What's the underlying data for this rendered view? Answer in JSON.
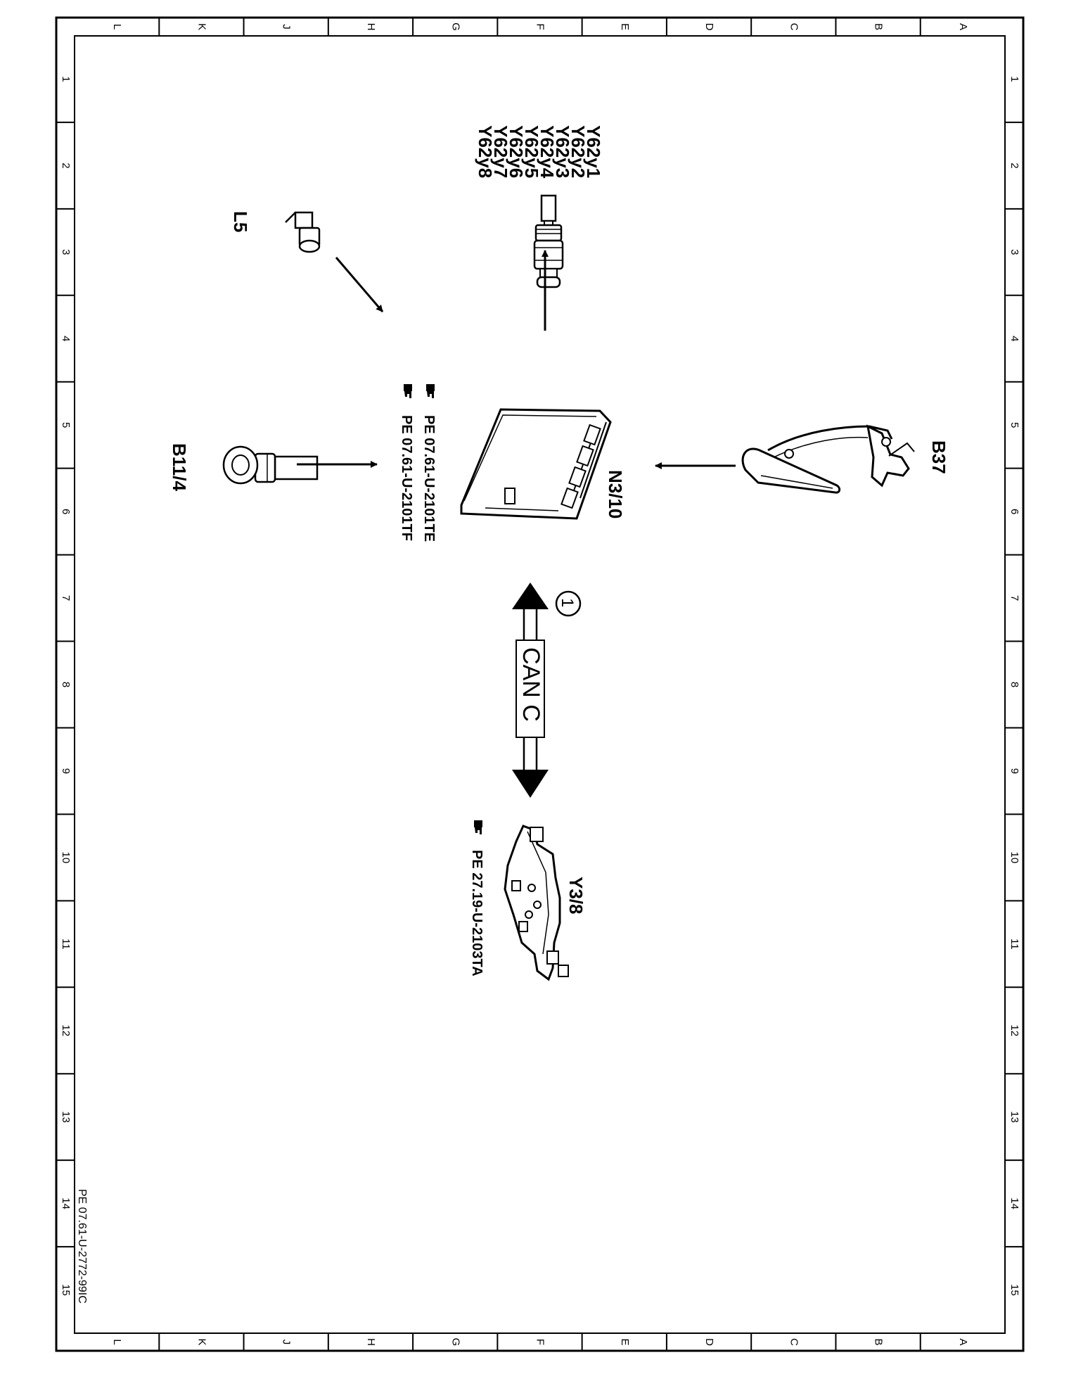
{
  "grid": {
    "columns": [
      "L",
      "K",
      "J",
      "H",
      "G",
      "F",
      "E",
      "D",
      "C",
      "B",
      "A"
    ],
    "rows": [
      "1",
      "2",
      "3",
      "4",
      "5",
      "6",
      "7",
      "8",
      "9",
      "10",
      "11",
      "12",
      "13",
      "14",
      "15"
    ]
  },
  "document_id": "PE 07.61-U-2772-99IC",
  "components": {
    "injectors": {
      "labels": [
        "Y62y1",
        "Y62y2",
        "Y62y3",
        "Y62y4",
        "Y62y5",
        "Y62y6",
        "Y62y7",
        "Y62y8"
      ]
    },
    "crank_sensor": {
      "label": "L5"
    },
    "control_unit": {
      "label": "N3/10",
      "refs": [
        "PE 07.61-U-2101TE",
        "PE 07.61-U-2101TF"
      ]
    },
    "pedal_sensor": {
      "label": "B37"
    },
    "temp_sensor": {
      "label": "B11/4"
    },
    "transmission_unit": {
      "label": "Y3/8",
      "ref": "PE 27.19-U-2103TA"
    }
  },
  "bus": {
    "label": "CAN C",
    "callout": "1"
  }
}
